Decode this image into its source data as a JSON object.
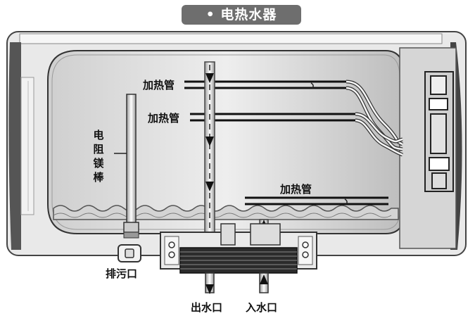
{
  "title": "• 电热水器",
  "labels": {
    "heating_tube_1": "加热管",
    "heating_tube_2": "加热管",
    "heating_tube_3": "加热管",
    "magnesium_rod": [
      "电",
      "阻",
      "镁",
      "棒"
    ],
    "drain_outlet": "排污口",
    "water_outlet": "出水口",
    "water_inlet": "入水口"
  }
}
